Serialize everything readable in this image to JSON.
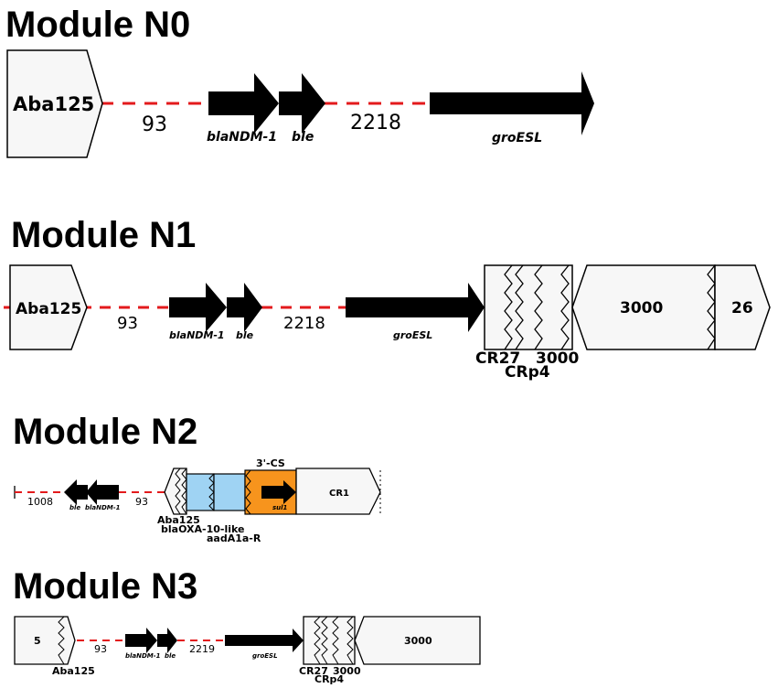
{
  "modules": [
    {
      "title": "Module N0",
      "labels": {
        "aba": "Aba125",
        "gap1": "93",
        "gene1": "blaNDM-1",
        "gene2": "ble",
        "gap2": "2218",
        "gene3": "groESL"
      }
    },
    {
      "title": "Module N1",
      "labels": {
        "aba": "Aba125",
        "gap1": "93",
        "gene1": "blaNDM-1",
        "gene2": "ble",
        "gap2": "2218",
        "gene3": "groESL",
        "box3000": "3000",
        "box26": "26",
        "cr27": "CR27",
        "is3000": "3000",
        "crp4": "CRp4"
      }
    },
    {
      "title": "Module N2",
      "labels": {
        "gap0": "1008",
        "gene2": "ble",
        "gene1": "blaNDM-1",
        "gap1": "93",
        "aba": "Aba125",
        "oxa": "blaOXA-10-like",
        "aad": "aadA1a-R",
        "cs3": "3'-CS",
        "sul": "sul1",
        "cr1": "CR1"
      }
    },
    {
      "title": "Module N3",
      "labels": {
        "box5": "5",
        "aba": "Aba125",
        "gap1": "93",
        "gene1": "blaNDM-1",
        "gene2": "ble",
        "gap2": "2219",
        "gene3": "groESL",
        "cr27": "CR27",
        "is3000": "3000",
        "crp4": "CRp4",
        "box3000": "3000"
      }
    }
  ]
}
